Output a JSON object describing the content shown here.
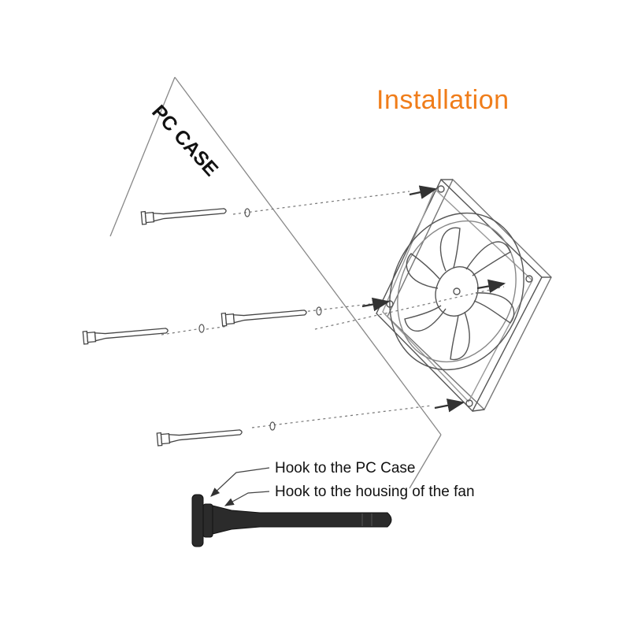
{
  "title": "Installation",
  "case_label": "PC CASE",
  "callouts": [
    "Hook to the PC Case",
    "Hook to the housing of the fan"
  ],
  "colors": {
    "title": "#f07d1a",
    "line": "#666666",
    "pin_dark": "#2b2b2b"
  },
  "icons": {
    "fan": "case-fan-icon",
    "pin": "rubber-pin-icon"
  }
}
